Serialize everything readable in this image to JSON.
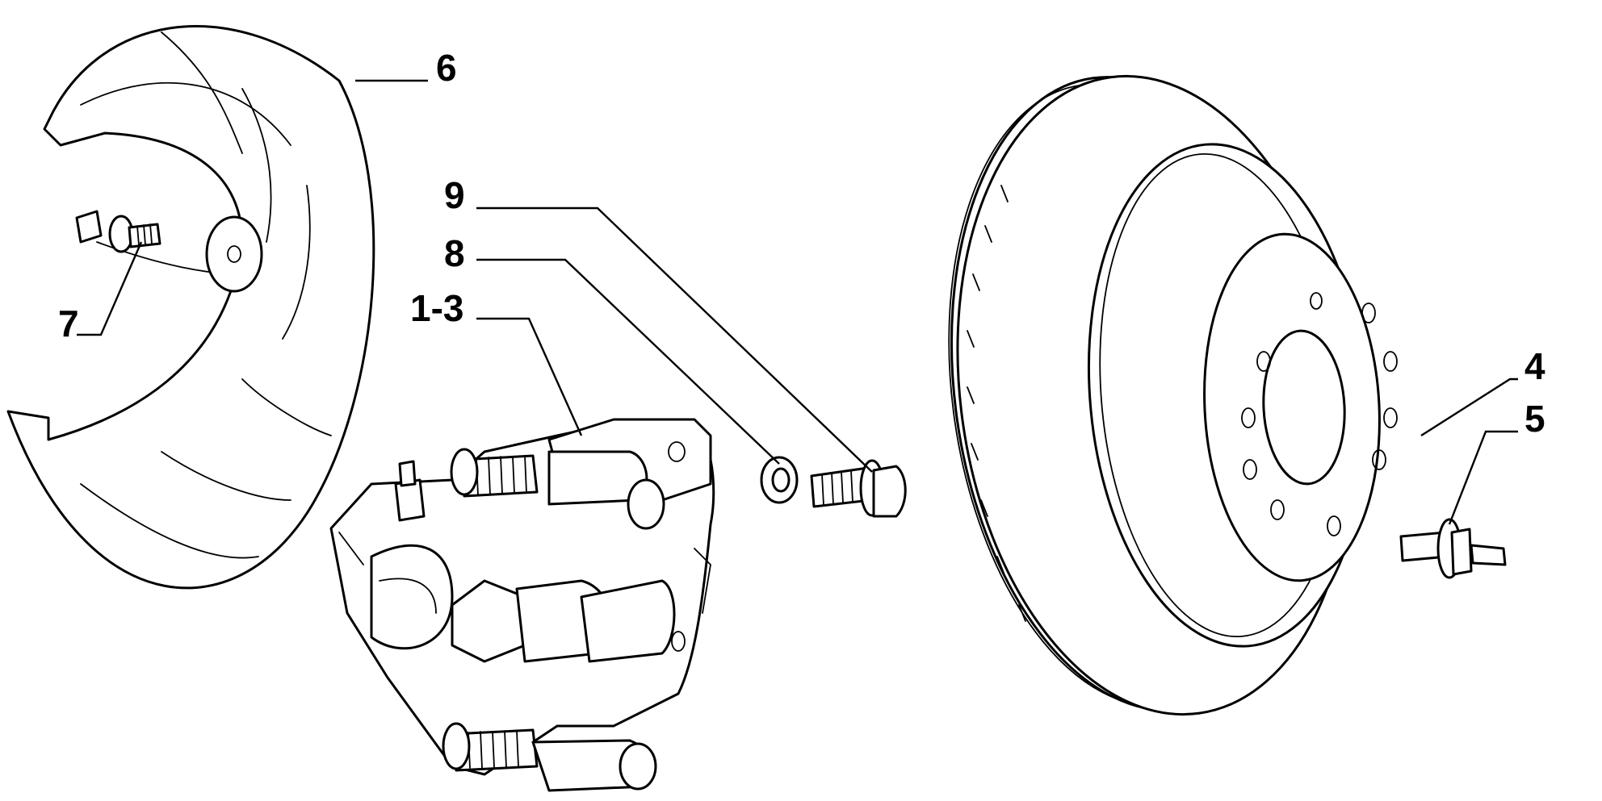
{
  "diagram": {
    "callouts": {
      "c6": "6",
      "c7": "7",
      "c9": "9",
      "c8": "8",
      "c13": "1-3",
      "c4": "4",
      "c5": "5"
    }
  }
}
